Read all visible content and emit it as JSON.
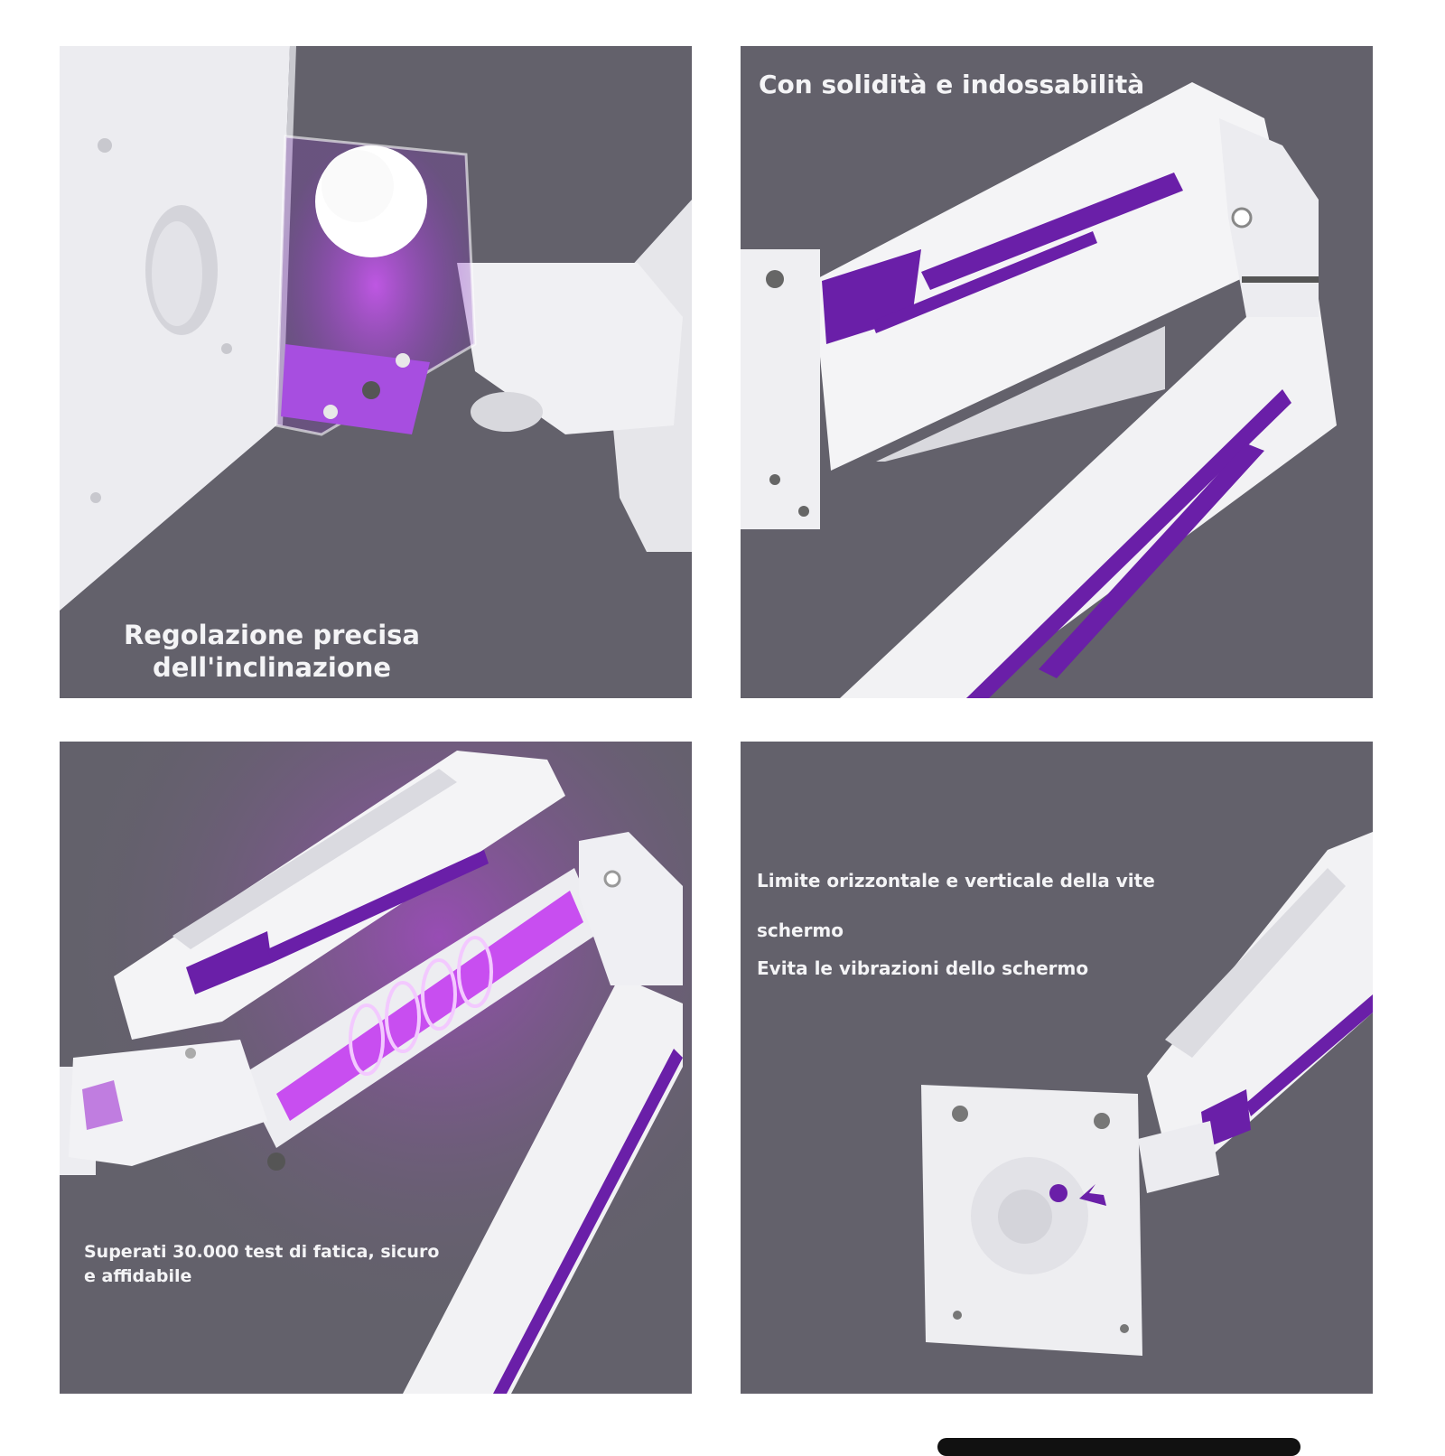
{
  "panels": [
    {
      "caption_lines": [
        "Regolazione precisa",
        "dell'inclinazione"
      ]
    },
    {
      "caption": "Con solidità e indossabilità"
    },
    {
      "caption": "Superati 30.000 test di fatica, sicuro e affidabile"
    },
    {
      "caption_lines": [
        "Limite orizzontale e verticale della vite",
        "schermo",
        "Evita le vibrazioni dello schermo"
      ]
    }
  ],
  "colors": {
    "background": "#63616b",
    "arm": "#f2f2f4",
    "accent": "#6a1fa8",
    "glow": "#c33cf0"
  }
}
